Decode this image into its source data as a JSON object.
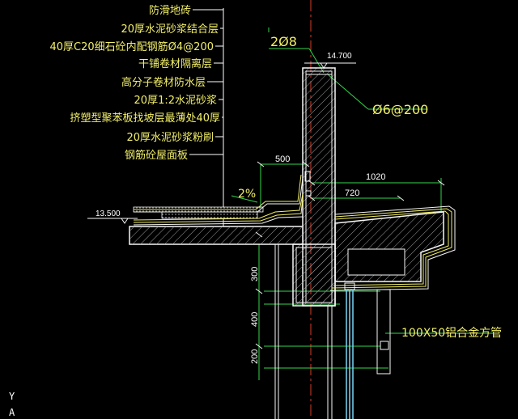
{
  "layer_labels": [
    "防滑地砖",
    "20厚水泥砂浆结合层",
    "40厚C20细石砼内配钢筋Ø4@200",
    "干铺卷材隔离层",
    "高分子卷材防水层",
    "20厚1:2水泥砂浆",
    "挤塑型聚苯板找坡层最薄处40厚",
    "20厚水泥砂浆粉刷",
    "钢筋砼屋面板"
  ],
  "annotations": {
    "top_rebar": "2Ø8",
    "stirrup": "Ø6@200",
    "slope": "2%",
    "tube": "100X50铝合金方管"
  },
  "elevations": {
    "top": "14.700",
    "roof": "13.500"
  },
  "dimensions": {
    "d500": "500",
    "d1020": "1020",
    "d720": "720",
    "d300": "300",
    "d400": "400",
    "d200": "200"
  },
  "axis": {
    "y": "Y",
    "x": "A"
  },
  "colors": {
    "background": "#000000",
    "label": "#f2ef6a",
    "dimension": "#ffffff",
    "leader": "#33d64a",
    "structure": "#f7f7f7",
    "hatch": "#bfbfbf",
    "axis_line": "#d93a2a",
    "tube": "#7ad6f5"
  }
}
